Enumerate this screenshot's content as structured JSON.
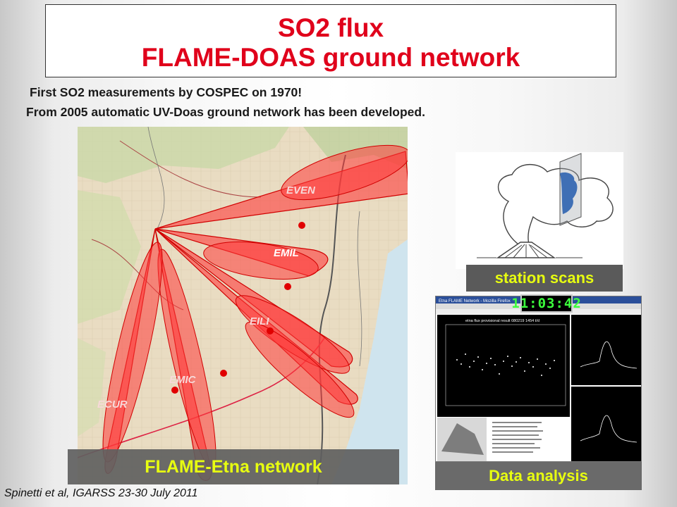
{
  "title": {
    "line1": "SO2 flux",
    "line2": "FLAME-DOAS ground network"
  },
  "intro": {
    "line1": "First SO2 measurements by COSPEC on 1970!",
    "line2": "From 2005  automatic UV-Doas ground network has been developed."
  },
  "map": {
    "caption": "FLAME-Etna network",
    "stations": [
      {
        "label": "EVEN"
      },
      {
        "label": "EMIL"
      },
      {
        "label": "EILI"
      },
      {
        "label": "EMIC"
      },
      {
        "label": "ECUR"
      }
    ]
  },
  "scan_panel": {
    "caption": "station scans"
  },
  "analysis_panel": {
    "caption": "Data analysis",
    "clock": "11:03:42",
    "window_title": "Etna FLAME Network - Mozilla Firefox",
    "plot_title": "etna flux provisional result 080219 1454 t/d"
  },
  "citation": "Spinetti et al, IGARSS 23-30 July 2011",
  "colors": {
    "title": "#e0001b",
    "caption_text": "#e8ff10",
    "plume": "#ff3a3a",
    "station_dot": "#e00000"
  }
}
